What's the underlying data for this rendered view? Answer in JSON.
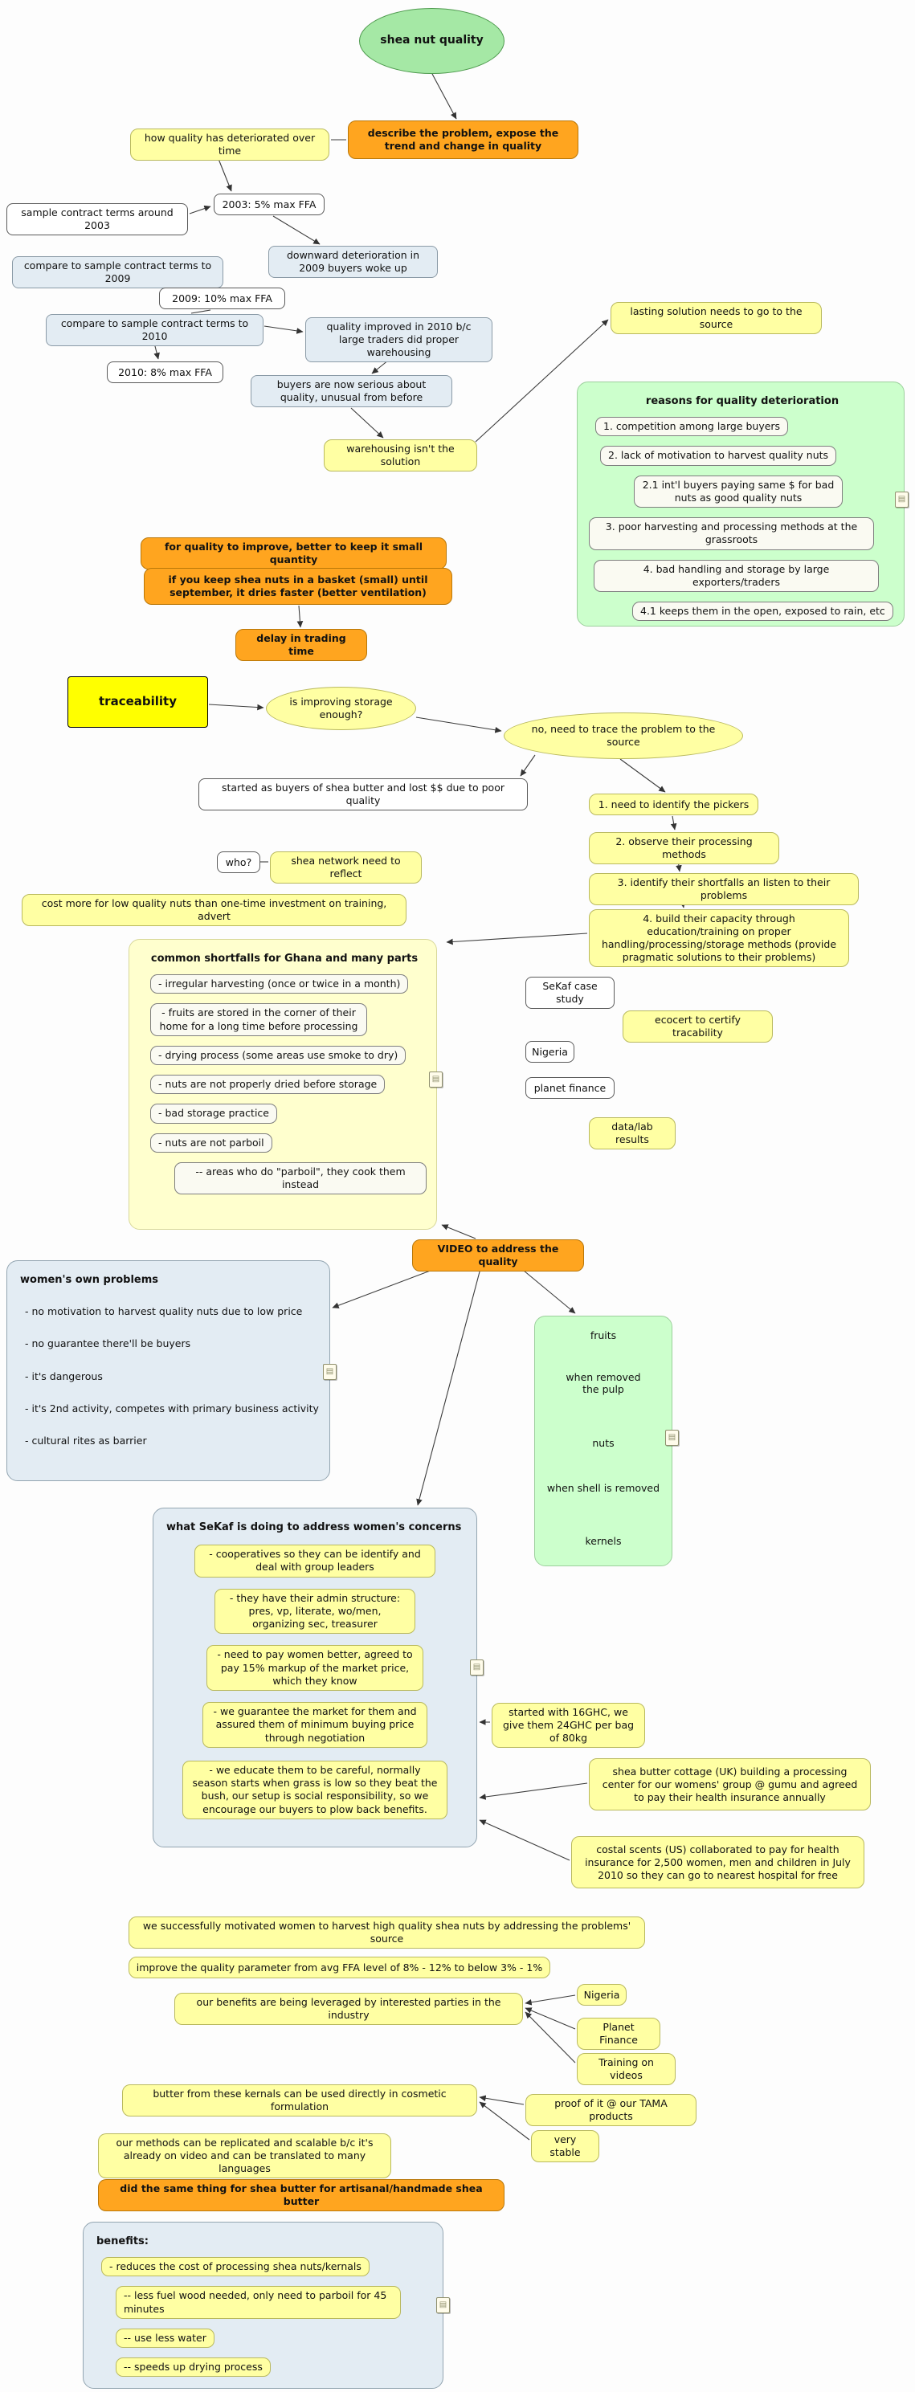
{
  "icons": {
    "resource_note_glyph": "▤",
    "resource_note_name": "resource-note-icon"
  },
  "nodes": {
    "root": "shea nut quality",
    "how_quality": "how quality has deteriorated over time",
    "describe_problem": "describe the problem, expose the trend and change in quality",
    "sample_contract_2003": "sample contract terms around 2003",
    "ffa_2003": "2003: 5% max FFA",
    "downward_2009": "downward deterioration in 2009 buyers woke up",
    "compare_2009": "compare to sample contract terms to 2009",
    "ffa_2009": "2009: 10% max FFA",
    "compare_2010": "compare to sample contract terms to 2010",
    "quality_improved_2010": "quality improved in 2010 b/c large traders did proper warehousing",
    "ffa_2010": "2010: 8% max FFA",
    "buyers_serious": "buyers are now serious about quality, unusual from before",
    "lasting_solution": "lasting solution needs to go to the source",
    "warehousing_not_solution": "warehousing isn't the solution",
    "quality_improve_small": "for quality to improve, better to keep it small quantity",
    "basket_small": "if you keep shea nuts in a basket (small) until september, it dries faster (better ventilation)",
    "delay_trading": "delay in trading time",
    "traceability": "traceability",
    "storage_enough": "is improving storage enough?",
    "no_trace_source": "no, need to trace the problem to the source",
    "started_buyers": "started as buyers of shea butter and lost $$ due to poor quality",
    "step1": "1. need to identify the pickers",
    "step2": "2. observe their processing methods",
    "who": "who?",
    "shea_network": "shea network need to reflect",
    "step3": "3. identify their shortfalls an listen to their problems",
    "cost_more": "cost more for low quality nuts than one-time investment on training, advert",
    "step4": "4. build their capacity through education/training on proper handling/processing/storage methods (provide pragmatic solutions to their problems)",
    "sekaf_case": "SeKaf case study",
    "ecocert": "ecocert to certify tracability",
    "nigeria_left": "Nigeria",
    "planet_finance_left": "planet finance",
    "data_lab": "data/lab results",
    "video_quality": "VIDEO to address the quality",
    "sixteen_ghc": "started with 16GHC, we give them 24GHC per bag of 80kg",
    "cottage_uk": "shea butter cottage (UK) building a processing center for our womens' group @ gumu and agreed to pay their health insurance annually",
    "costal_us": "costal scents (US) collaborated to pay for health insurance for 2,500 women, men and children in July 2010 so they can go to nearest hospital for free",
    "motivated": "we successfully motivated women to harvest high quality shea nuts by addressing the problems' source",
    "improve_param": "improve the quality parameter from avg FFA level of 8% - 12% to below 3% - 1%",
    "benefits_leveraged": "our benefits are being leveraged by interested parties in the industry",
    "nigeria_right": "Nigeria",
    "planet_finance_right": "Planet Finance",
    "training_videos": "Training on videos",
    "butter_cosmetic": "butter from these kernals can be used directly in cosmetic formulation",
    "proof_tama": "proof of it @ our TAMA products",
    "very_stable": "very stable",
    "replicable": "our methods can be replicated and scalable b/c it's already on video and can be translated to many languages",
    "same_for_butter": "did the same thing for shea butter for artisanal/handmade shea butter"
  },
  "panels": {
    "reasons": {
      "title": "reasons for quality deterioration",
      "items": [
        "1. competition among large buyers",
        "2. lack of motivation to harvest quality nuts",
        "2.1 int'l buyers paying same $ for bad nuts as good quality nuts",
        "3. poor harvesting and processing methods at the grassroots",
        "4. bad handling and storage by large exporters/traders",
        "4.1 keeps them in the open, exposed to rain, etc"
      ]
    },
    "shortfalls": {
      "title": "common shortfalls for Ghana and many parts",
      "items": [
        "- irregular harvesting (once or twice in a month)",
        "- fruits are stored in the corner of their home for a long time before processing",
        "- drying process (some areas use smoke to dry)",
        "- nuts are not properly dried before storage",
        "- bad storage practice",
        "- nuts are not parboil",
        "-- areas who do \"parboil\", they cook them instead"
      ]
    },
    "womens": {
      "title": "women's own problems",
      "items": [
        "- no motivation to harvest quality nuts due to low price",
        "- no guarantee there'll be buyers",
        "- it's dangerous",
        "- it's 2nd activity, competes with primary business activity",
        "- cultural rites as barrier"
      ]
    },
    "process_flow": {
      "steps": [
        "fruits",
        "when removed the pulp",
        "nuts",
        "when shell is removed",
        "kernels"
      ]
    },
    "sekaf_actions": {
      "title": "what SeKaf is doing to address women's concerns",
      "items": [
        "- cooperatives so they can be identify and deal with group leaders",
        "- they have their admin structure: pres, vp, literate, wo/men, organizing sec, treasurer",
        "- need to pay women better, agreed to pay 15% markup of the market price, which they know",
        "- we guarantee the market for them and assured them of minimum buying price through negotiation",
        "- we educate them to be careful, normally season starts when grass is low so they beat the bush, our setup is social responsibility, so we encourage our buyers to plow back benefits."
      ]
    },
    "benefits": {
      "title": "benefits:",
      "items": [
        "- reduces the cost of processing shea nuts/kernals",
        "-- less fuel wood needed, only need to parboil for 45 minutes",
        "-- use less water",
        "-- speeds up drying process"
      ]
    }
  }
}
